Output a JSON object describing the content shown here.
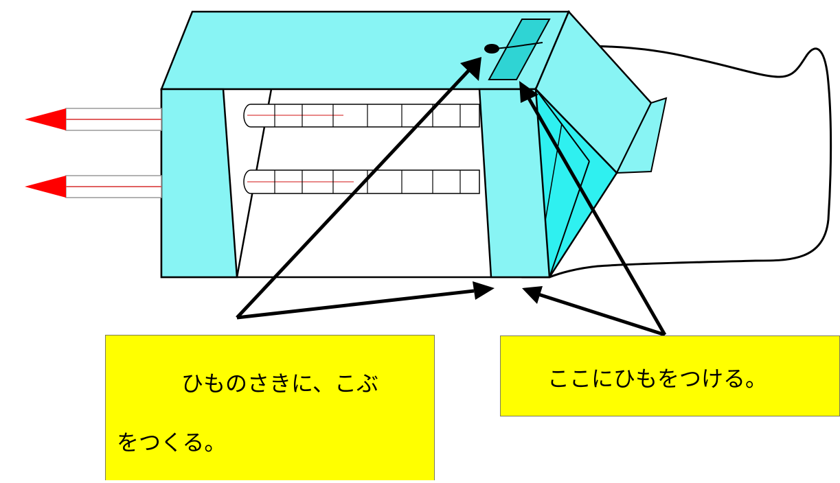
{
  "callouts": {
    "knot": {
      "line1": "　ひものさきに、こぶ",
      "line2": "をつくる。"
    },
    "attach": {
      "text": "ここにひもをつける。"
    }
  },
  "colors": {
    "body_fill": "#88f4f4",
    "dark_fill": "#2fd4d4",
    "wedge_fill": "#2ff0f0",
    "outline": "#000000",
    "arrow_head": "#ff0000",
    "arrow_line": "#e06060",
    "callout_bg": "#ffff00",
    "hand_outline": "#000000"
  }
}
